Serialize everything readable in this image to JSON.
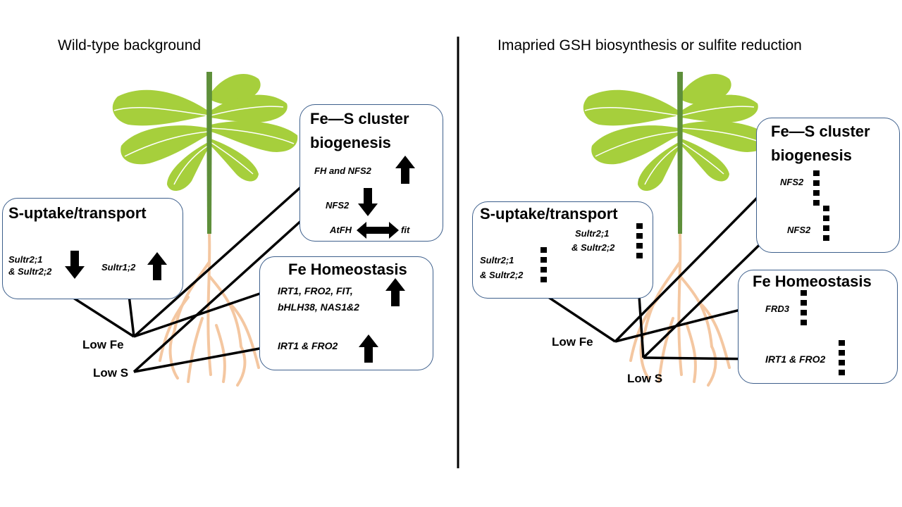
{
  "left": {
    "title": "Wild-type background",
    "s_box": {
      "heading": "S-uptake/transport",
      "gene_a_line1": "Sultr2;1",
      "gene_a_line2": "& Sultr2;2",
      "gene_b": "Sultr1;2"
    },
    "fes_box": {
      "heading_line1": "Fe—S cluster",
      "heading_line2": "biogenesis",
      "gene_a": "FH and NFS2",
      "gene_b": "NFS2",
      "gene_c_left": "AtFH",
      "gene_c_right": "fit"
    },
    "fe_box": {
      "heading": "Fe Homeostasis",
      "gene_a_line1": "IRT1, FRO2, FIT,",
      "gene_a_line2": "bHLH38, NAS1&2",
      "gene_b": "IRT1 & FRO2"
    },
    "low_fe": "Low Fe",
    "low_s": "Low S"
  },
  "right": {
    "title": "Imapried GSH biosynthesis or sulfite reduction",
    "s_box": {
      "heading": "S-uptake/transport",
      "gene_a_line1": "Sultr2;1",
      "gene_a_line2": "& Sultr2;2",
      "gene_b_line1": "Sultr2;1",
      "gene_b_line2": "& Sultr2;2"
    },
    "fes_box": {
      "heading_line1": "Fe—S cluster",
      "heading_line2": "biogenesis",
      "gene_a": "NFS2",
      "gene_b": "NFS2"
    },
    "fe_box": {
      "heading": "Fe Homeostasis",
      "gene_a": "FRD3",
      "gene_b": "IRT1 & FRO2"
    },
    "low_fe": "Low Fe",
    "low_s": "Low S"
  },
  "colors": {
    "leaf": "#a6cf3c",
    "leaf_dark": "#7fa82a",
    "stem": "#5e8f3a",
    "root": "#f4c7a1",
    "box_border": "#3d5f8c"
  }
}
